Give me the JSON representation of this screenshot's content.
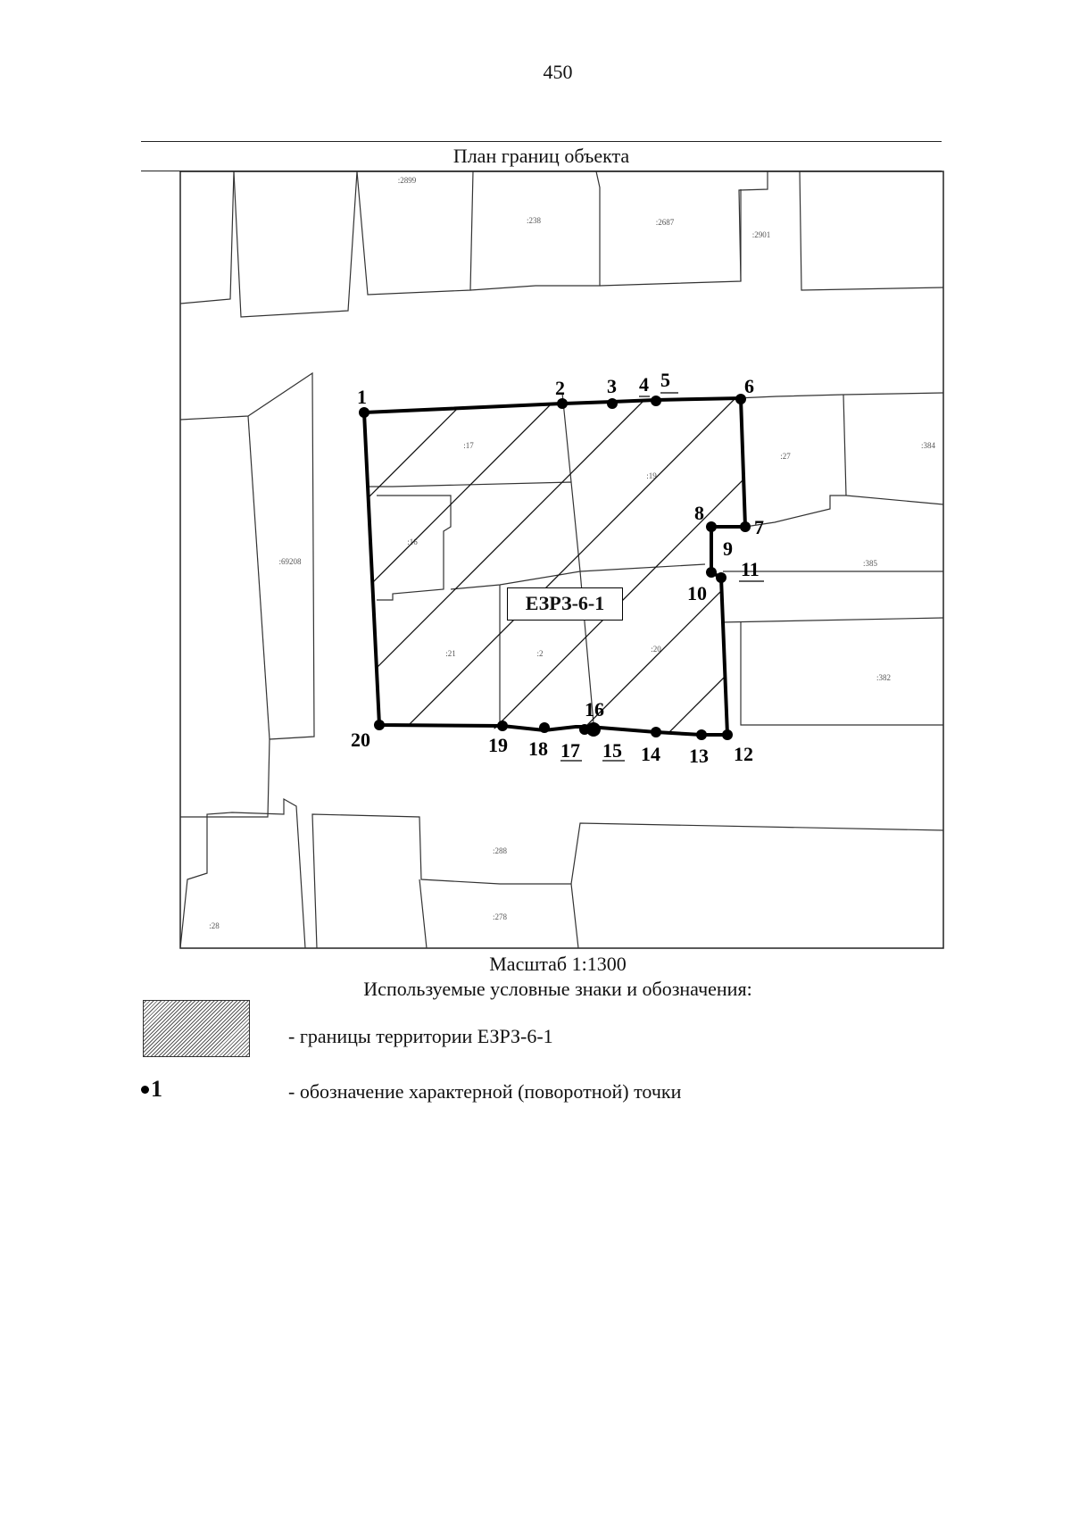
{
  "page_number": "450",
  "plan_title": "План границ объекта",
  "zone_label": "ЕЗРЗ-6-1",
  "scale_label": "Масштаб 1:1300",
  "legend": {
    "title": "Используемые условные знаки и обозначения:",
    "zone_boundary_text": "- границы территории ЕЗРЗ-6-1",
    "point_symbol": "1",
    "point_text": "- обозначение характерной (поворотной) точки"
  },
  "parcels": [
    ":2899",
    ":238",
    ":2687",
    ":2901",
    ":17",
    ":19",
    ":27",
    ":384",
    ":16",
    ":69208",
    ":385",
    ":21",
    ":2",
    ":20",
    ":382",
    ":288",
    ":278",
    ":28"
  ],
  "points": [
    "1",
    "2",
    "3",
    "4",
    "5",
    "6",
    "7",
    "8",
    "9",
    "10",
    "11",
    "12",
    "13",
    "14",
    "15",
    "16",
    "17",
    "18",
    "19",
    "20"
  ]
}
